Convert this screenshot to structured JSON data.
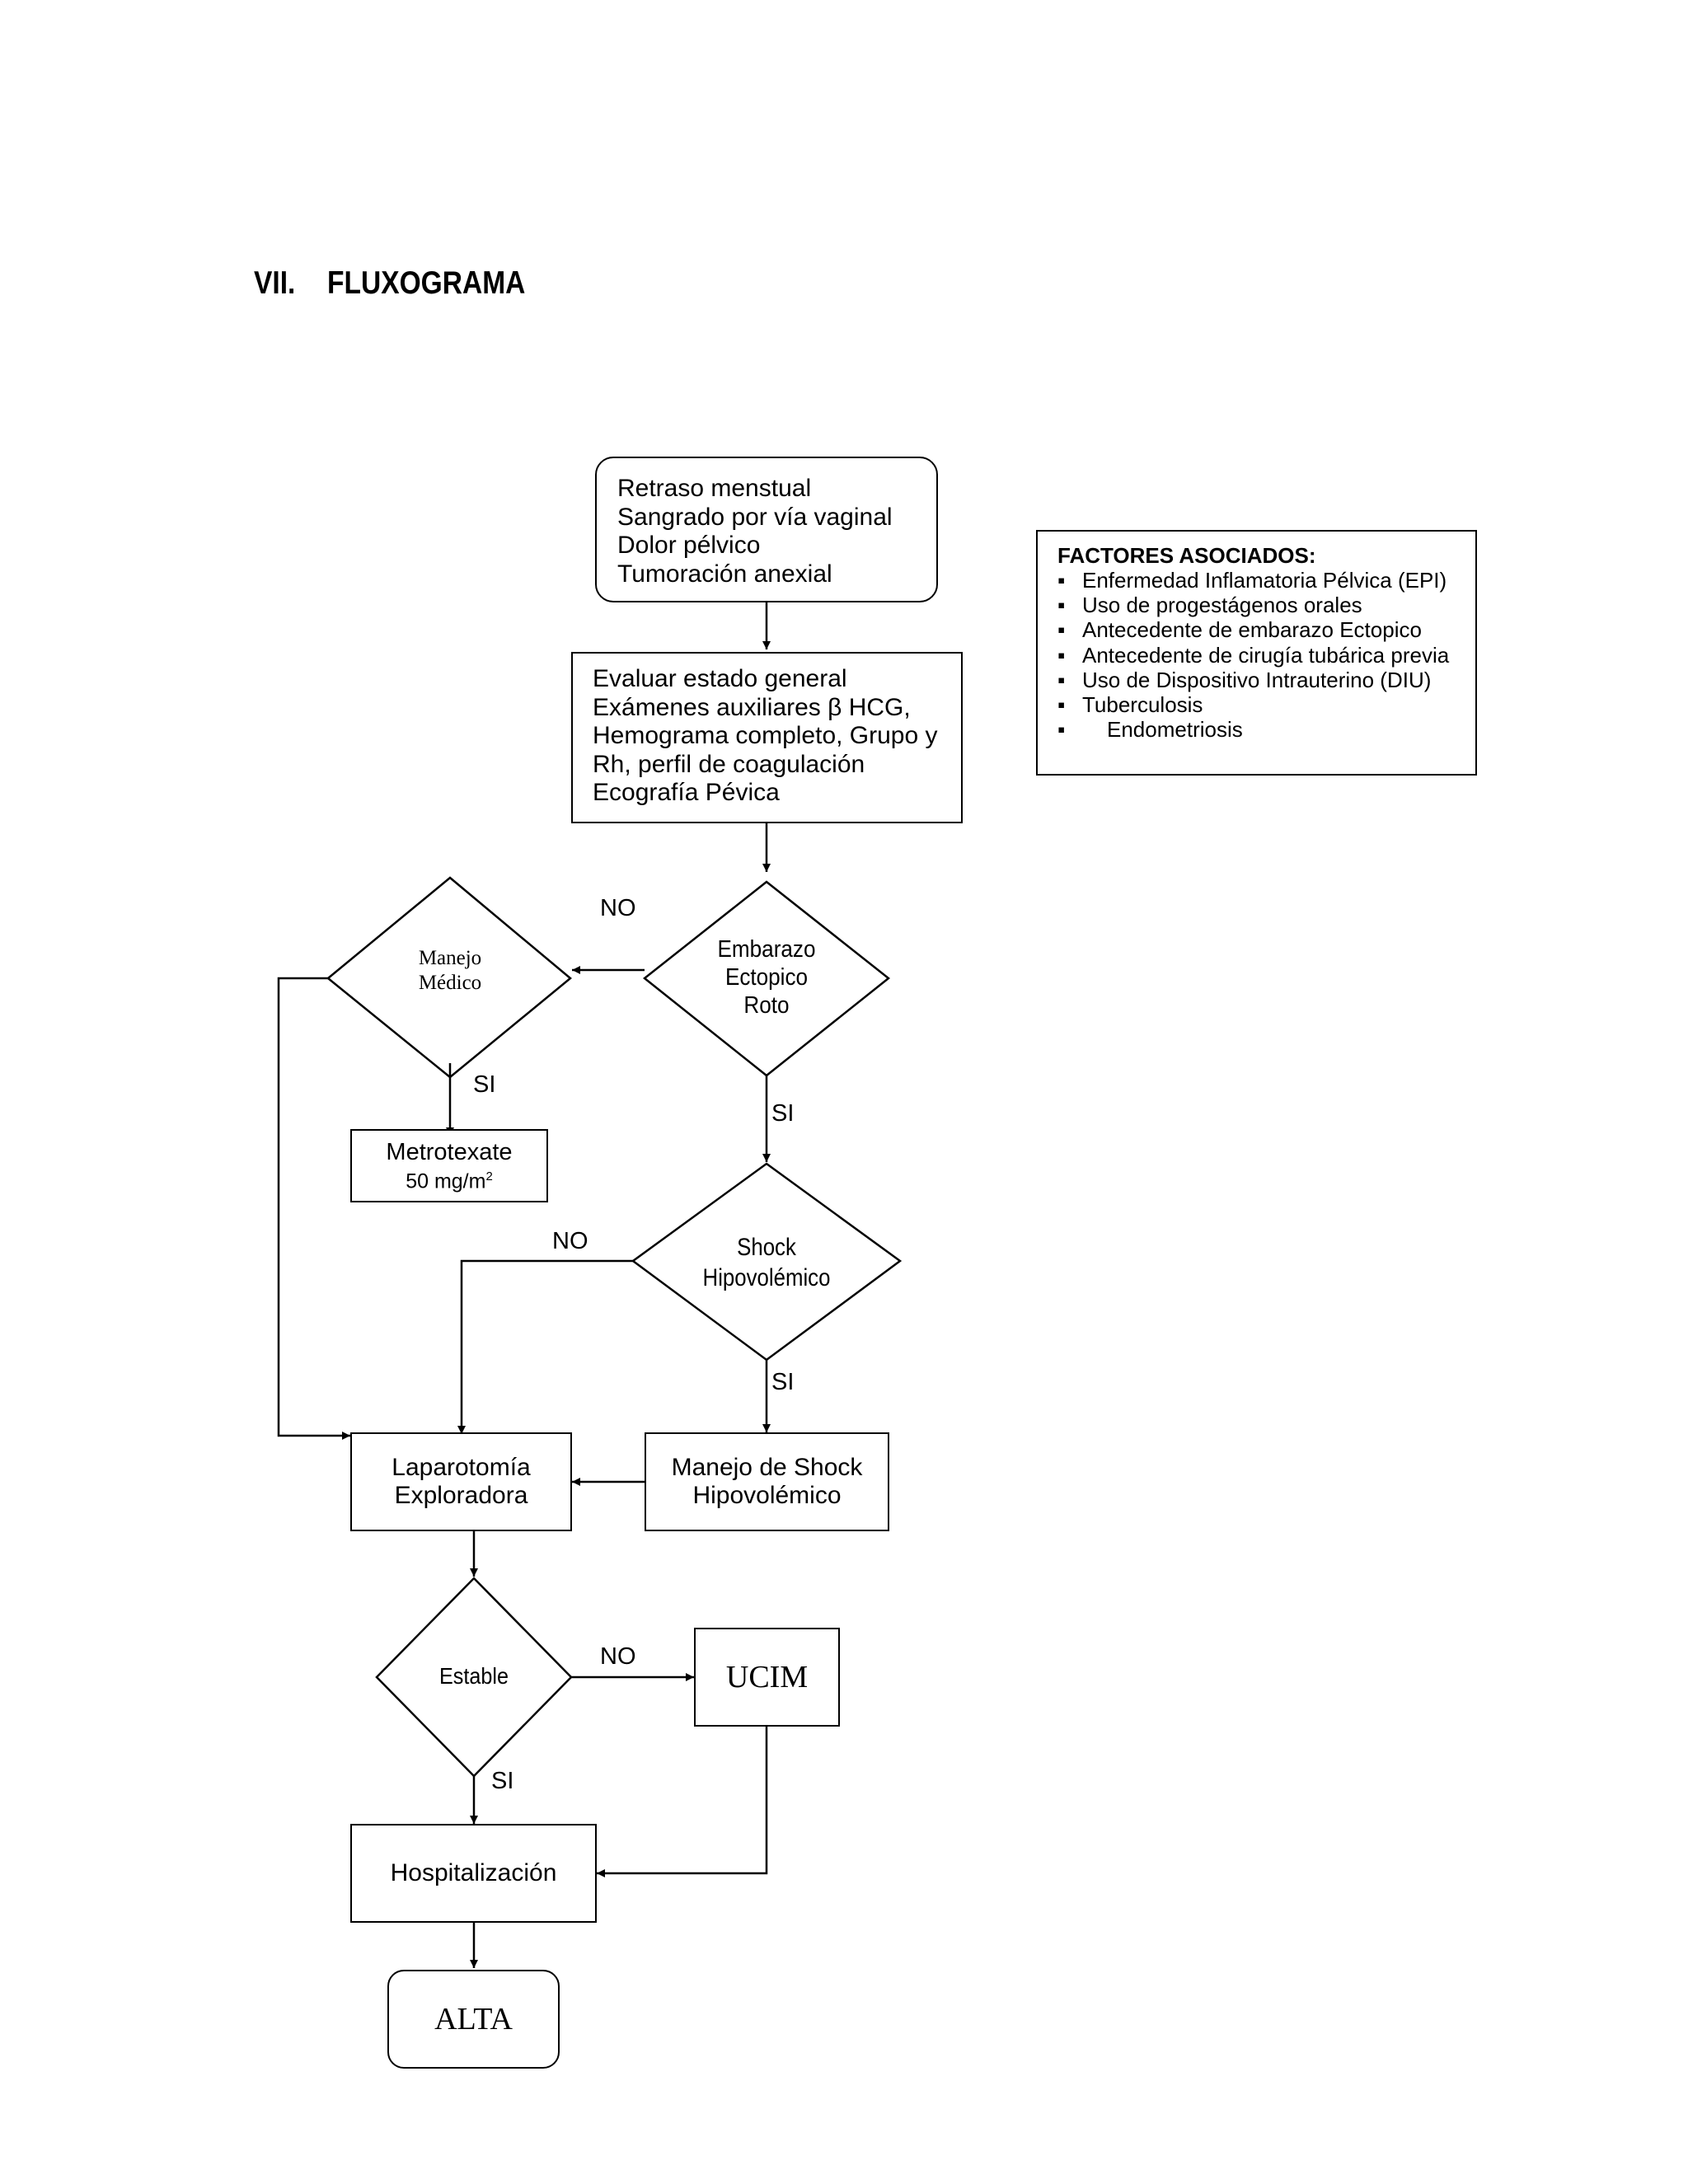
{
  "section": {
    "number": "VII.",
    "title": "FLUXOGRAMA"
  },
  "nodes": {
    "symptoms": [
      "Retraso menstual",
      "Sangrado por vía vaginal",
      "Dolor pélvico",
      "Tumoración anexial"
    ],
    "evaluate": [
      "Evaluar estado general",
      "Exámenes auxiliares β HCG,",
      "Hemograma completo, Grupo y",
      "Rh, perfil de coagulación",
      "Ecografía Pévica"
    ],
    "ectopic_decision": [
      "Embarazo",
      "Ectopico",
      "Roto"
    ],
    "medical_decision": [
      "Manejo",
      "Médico"
    ],
    "metrotexate": {
      "name": "Metrotexate",
      "dose": "50 mg/m",
      "sup": "2"
    },
    "shock_decision": [
      "Shock",
      "Hipovolémico"
    ],
    "laparotomy": [
      "Laparotomía",
      "Exploradora"
    ],
    "shock_management": [
      "Manejo de Shock",
      "Hipovolémico"
    ],
    "stable_decision": "Estable",
    "ucim": "UCIM",
    "hospitalization": "Hospitalización",
    "discharge": "ALTA"
  },
  "edge_labels": {
    "ectopic_no": "NO",
    "ectopic_si": "SI",
    "medical_si": "SI",
    "shock_no": "NO",
    "shock_si": "SI",
    "stable_no": "NO",
    "stable_si": "SI"
  },
  "factors": {
    "title": "FACTORES ASOCIADOS:",
    "items": [
      "Enfermedad Inflamatoria Pélvica (EPI)",
      "Uso de progestágenos orales",
      "Antecedente de embarazo Ectopico",
      "Antecedente de cirugía tubárica previa",
      "Uso de Dispositivo Intrauterino (DIU)",
      "Tuberculosis",
      "Endometriosis"
    ]
  }
}
